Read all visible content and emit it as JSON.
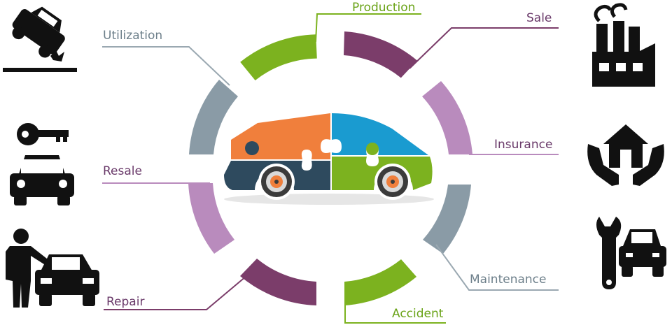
{
  "labels": {
    "production": "Production",
    "sale": "Sale",
    "insurance": "Insurance",
    "maintenance": "Maintenance",
    "accident": "Accident",
    "repair": "Repair",
    "resale": "Resale",
    "utilization": "Utilization"
  },
  "colors": {
    "green": "#7cb21f",
    "purple_dark": "#7b3d6a",
    "lilac": "#b98bbd",
    "gray_blue": "#8a9ba6",
    "connector_gray": "#9aa8b1",
    "text_purple": "#6a3a6a",
    "text_green": "#6aa318",
    "text_gray": "#6d7f8a",
    "car_orange": "#f07f3c",
    "car_blue": "#1a9bd0",
    "car_navy": "#2e4a5e",
    "car_green": "#7cb21f",
    "icon_black": "#111111"
  },
  "icons": {
    "left": [
      "car-crash-icon",
      "car-key-icon",
      "person-with-car-icon"
    ],
    "right": [
      "factory-icon",
      "home-in-hands-icon",
      "wrench-car-icon"
    ]
  }
}
